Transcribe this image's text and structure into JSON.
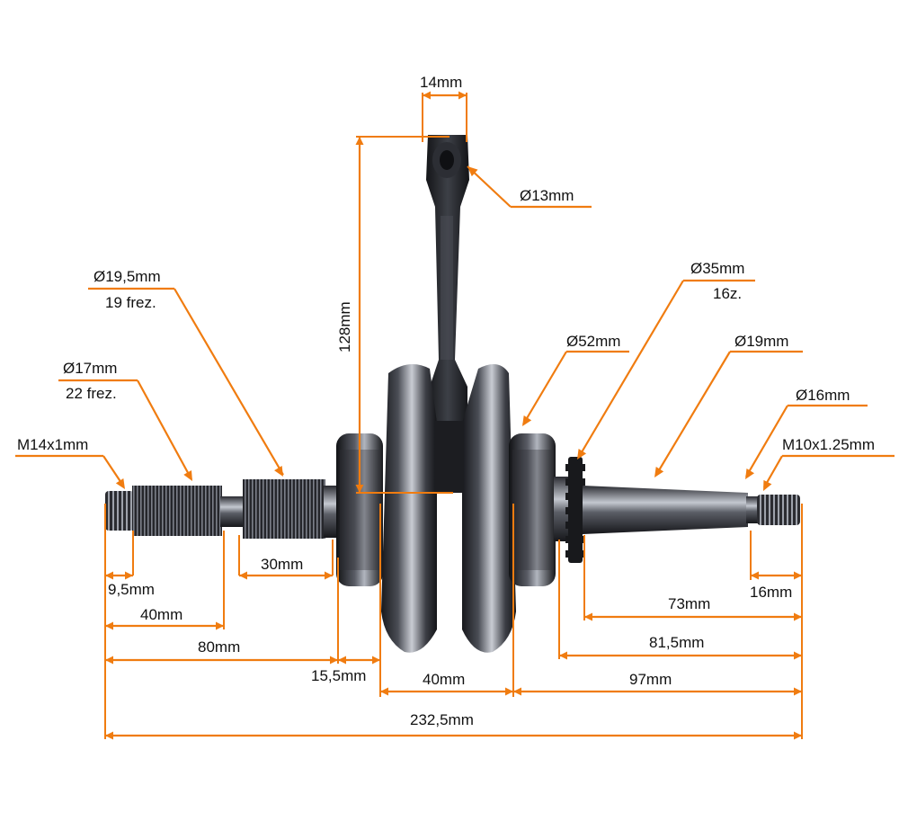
{
  "colors": {
    "dimension": "#f07c10",
    "text": "#111111",
    "steel_dark": "#1c1d22",
    "steel_mid": "#3a3c44",
    "steel_light": "#b8bcc6",
    "background": "#ffffff"
  },
  "labels": {
    "conrod_width": "14mm",
    "small_end": "Ø13mm",
    "conrod_length": "128mm",
    "spline_large_dia": "Ø19,5mm",
    "spline_large_teeth": "19 frez.",
    "spline_small_dia": "Ø17mm",
    "spline_small_teeth": "22 frez.",
    "left_thread": "M14x1mm",
    "bearing_dia": "Ø52mm",
    "sprocket_dia": "Ø35mm",
    "sprocket_teeth": "16z.",
    "taper_dia": "Ø19mm",
    "taper_end_dia": "Ø16mm",
    "right_thread": "M10x1.25mm",
    "left_thread_len": "9,5mm",
    "spline_small_len": "40mm",
    "spline_large_len": "30mm",
    "left_shaft_len": "80mm",
    "left_bearing_len": "15,5mm",
    "crank_width": "40mm",
    "right_shaft_len": "97mm",
    "right_from_bearing": "81,5mm",
    "right_from_sprocket": "73mm",
    "right_thread_len": "16mm",
    "total_len": "232,5mm"
  }
}
